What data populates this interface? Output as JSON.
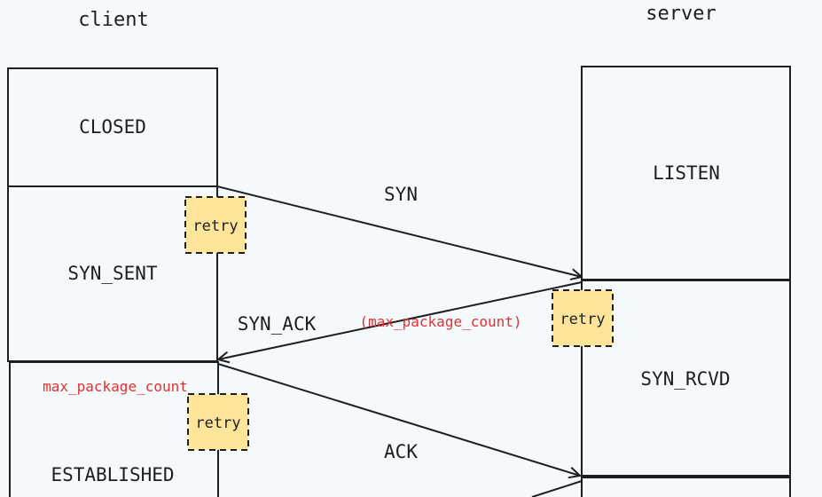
{
  "actors": {
    "client": "client",
    "server": "server"
  },
  "client_states": {
    "closed": "CLOSED",
    "syn_sent": "SYN_SENT",
    "established": "ESTABLISHED"
  },
  "server_states": {
    "listen": "LISTEN",
    "syn_rcvd": "SYN_RCVD"
  },
  "messages": {
    "syn": "SYN",
    "syn_ack": "SYN_ACK",
    "syn_ack_note": "(max_package_count)",
    "ack": "ACK"
  },
  "notes": {
    "max_package_count": "max_package_count"
  },
  "retry_label": "retry",
  "colors": {
    "background": "#f5f9fc",
    "stroke": "#1e1e1e",
    "retry_fill": "#ffe599",
    "note_red": "#e03131"
  }
}
